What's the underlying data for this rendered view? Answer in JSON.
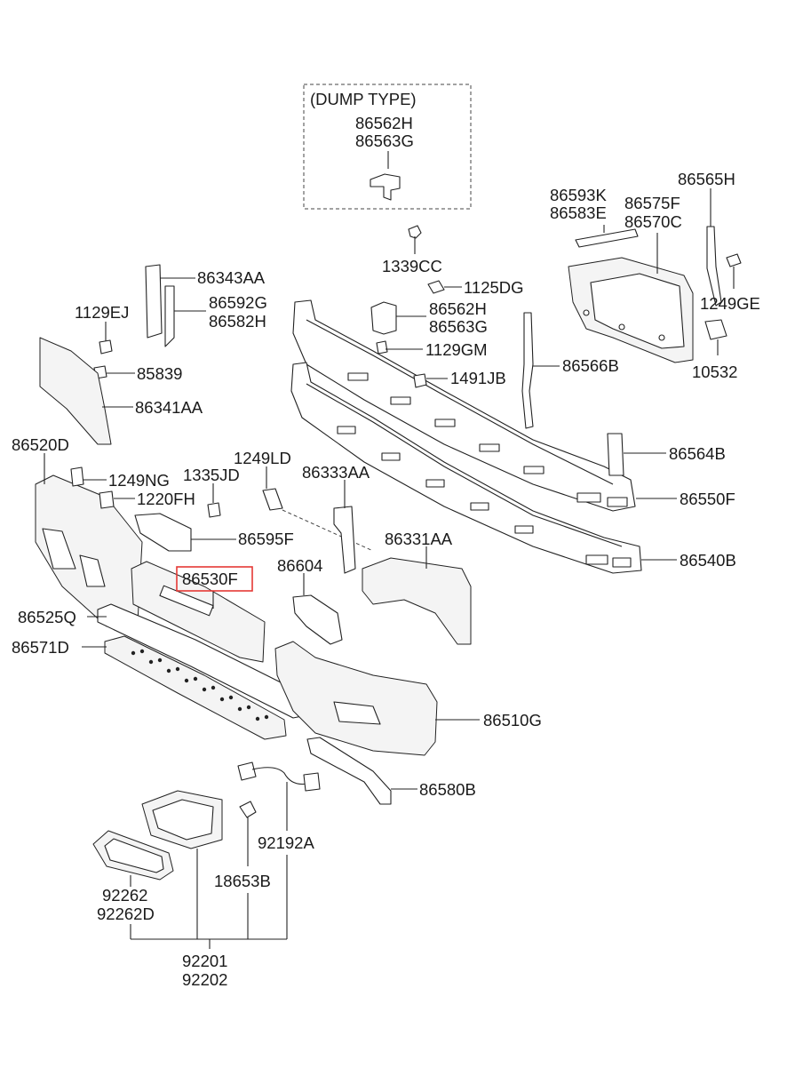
{
  "inset": {
    "title": "(DUMP TYPE)",
    "parts": [
      "86562H",
      "86563G"
    ]
  },
  "highlight_part": "86530F",
  "labels": {
    "p1339CC": "1339CC",
    "p1125DG": "1125DG",
    "p86562H": "86562H",
    "p86563G": "86563G",
    "p1129GM": "1129GM",
    "p1491JB": "1491JB",
    "p86566B": "86566B",
    "p86593K": "86593K",
    "p86583E": "86583E",
    "p86575F": "86575F",
    "p86570C": "86570C",
    "p86565H": "86565H",
    "p1249GE": "1249GE",
    "p10532": "10532",
    "p86343AA": "86343AA",
    "p86592G": "86592G",
    "p86582H": "86582H",
    "p1129EJ": "1129EJ",
    "p85839": "85839",
    "p86341AA": "86341AA",
    "p86520D": "86520D",
    "p1249NG": "1249NG",
    "p1335JD": "1335JD",
    "p1249LD": "1249LD",
    "p86333AA": "86333AA",
    "p1220FH": "1220FH",
    "p86595F": "86595F",
    "p86331AA": "86331AA",
    "p86604": "86604",
    "p86564B": "86564B",
    "p86550F": "86550F",
    "p86540B": "86540B",
    "p86530F": "86530F",
    "p86525Q": "86525Q",
    "p86571D": "86571D",
    "p86510G": "86510G",
    "p86580B": "86580B",
    "p92192A": "92192A",
    "p18653B": "18653B",
    "p92262": "92262",
    "p92262D": "92262D",
    "p92201": "92201",
    "p92202": "92202"
  }
}
